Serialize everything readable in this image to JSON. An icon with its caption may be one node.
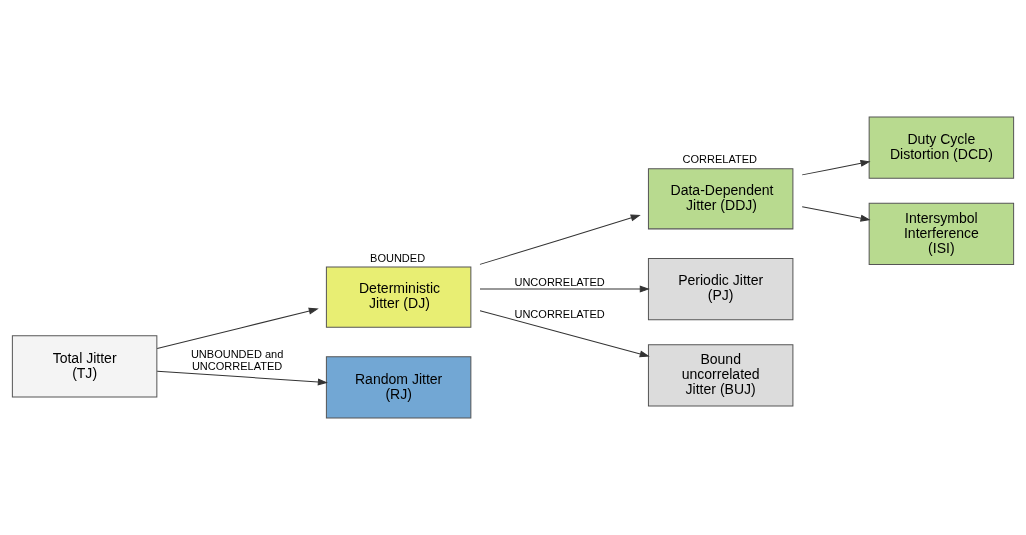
{
  "diagram": {
    "nodes": [
      {
        "text": [
          "Total Jitter (TJ)"
        ]
      },
      {
        "text": [
          "Deterministic Jitter (DJ)"
        ],
        "beside": [
          "BOUNDED"
        ]
      },
      {
        "text": [
          "Data-Dependent Jitter (DDJ)"
        ],
        "beside": [
          "CORRELATED"
        ]
      },
      {
        "text": [
          "Duty Cycle Distortion (DCD)"
        ]
      },
      {
        "text": [
          "Intersymbol Interference (ISI)"
        ]
      },
      {
        "text": [
          "Periodic Jitter (PJ)"
        ]
      },
      {
        "text": [
          "Bound uncorrelated Jitter (BUJ)"
        ]
      },
      {
        "text": [
          "Random Jitter (RJ)"
        ]
      }
    ],
    "edges": [
      {
        "from": 0,
        "to": 1,
        "arrow": "to"
      },
      {
        "from": 0,
        "to": 7,
        "arrow": "to",
        "label": "UNBOUNDED and UNCORRELATED"
      },
      {
        "from": 1,
        "to": 2,
        "arrow": "to"
      },
      {
        "from": 1,
        "to": 5,
        "arrow": "to",
        "label": "UNCORRELATED"
      },
      {
        "from": 1,
        "to": 6,
        "arrow": "to",
        "label": "UNCORRELATED"
      },
      {
        "from": 2,
        "to": 3,
        "arrow": "to"
      },
      {
        "from": 2,
        "to": 4,
        "arrow": "to"
      }
    ]
  }
}
